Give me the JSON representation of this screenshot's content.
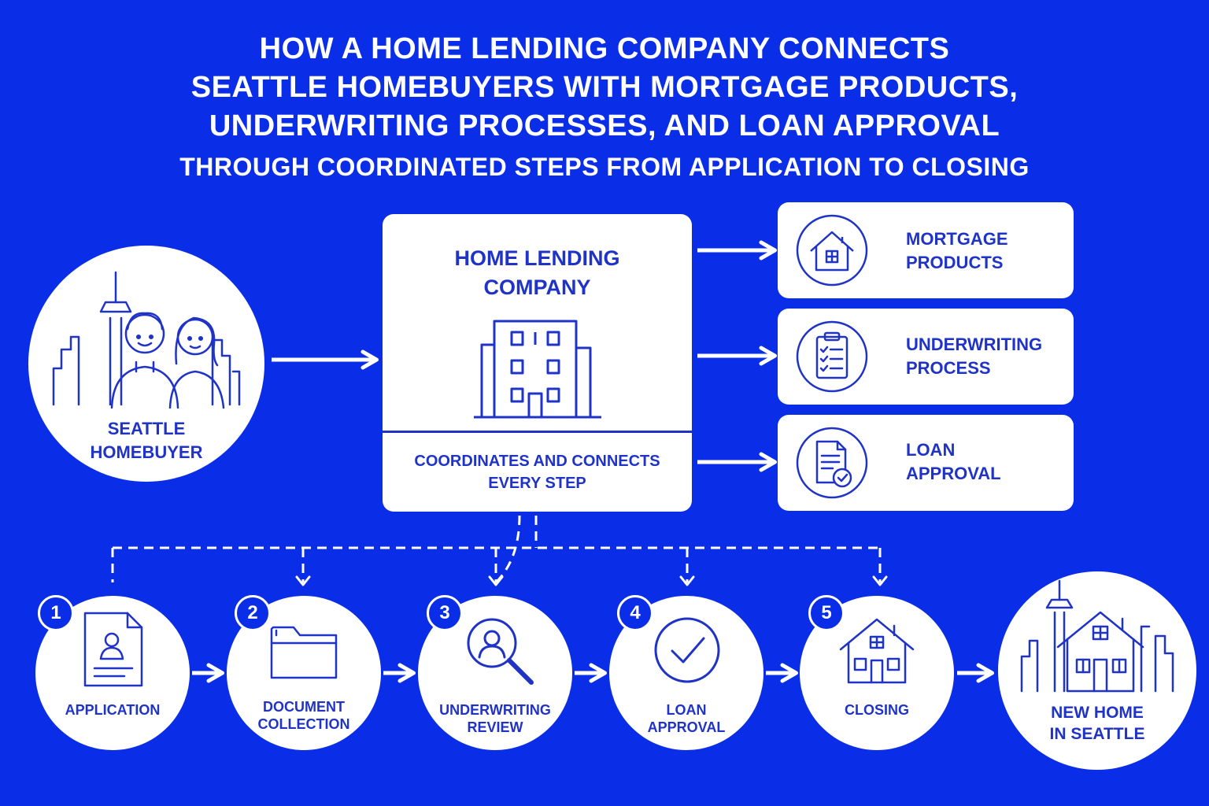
{
  "title": {
    "line1": "HOW A HOME LENDING COMPANY CONNECTS",
    "line2": "SEATTLE HOMEBUYERS WITH MORTGAGE PRODUCTS,",
    "line3": "UNDERWRITING PROCESSES, AND LOAN APPROVAL",
    "line4": "THROUGH COORDINATED STEPS FROM APPLICATION TO CLOSING"
  },
  "buyer": {
    "line1": "SEATTLE",
    "line2": "HOMEBUYER",
    "icon": "homebuyers-skyline-icon"
  },
  "hub": {
    "line1": "HOME LENDING",
    "line2": "COMPANY",
    "caption_line1": "COORDINATES AND CONNECTS",
    "caption_line2": "EVERY STEP",
    "icon": "office-building-icon"
  },
  "offerings": [
    {
      "line1": "MORTGAGE",
      "line2": "PRODUCTS",
      "icon": "house-icon"
    },
    {
      "line1": "UNDERWRITING",
      "line2": "PROCESS",
      "icon": "clipboard-checklist-icon"
    },
    {
      "line1": "LOAN",
      "line2": "APPROVAL",
      "icon": "document-check-icon"
    }
  ],
  "steps": [
    {
      "number": "1",
      "line1": "APPLICATION",
      "line2": "",
      "icon": "application-form-icon"
    },
    {
      "number": "2",
      "line1": "DOCUMENT",
      "line2": "COLLECTION",
      "icon": "folder-icon"
    },
    {
      "number": "3",
      "line1": "UNDERWRITING",
      "line2": "REVIEW",
      "icon": "magnifier-person-icon"
    },
    {
      "number": "4",
      "line1": "LOAN",
      "line2": "APPROVAL",
      "icon": "checkmark-circle-icon"
    },
    {
      "number": "5",
      "line1": "CLOSING",
      "line2": "",
      "icon": "house-icon"
    }
  ],
  "outcome": {
    "line1": "NEW HOME",
    "line2": "IN SEATTLE",
    "icon": "home-skyline-icon"
  },
  "colors": {
    "background": "#0a2ee8",
    "ink": "#1f33c7",
    "card": "#ffffff"
  }
}
